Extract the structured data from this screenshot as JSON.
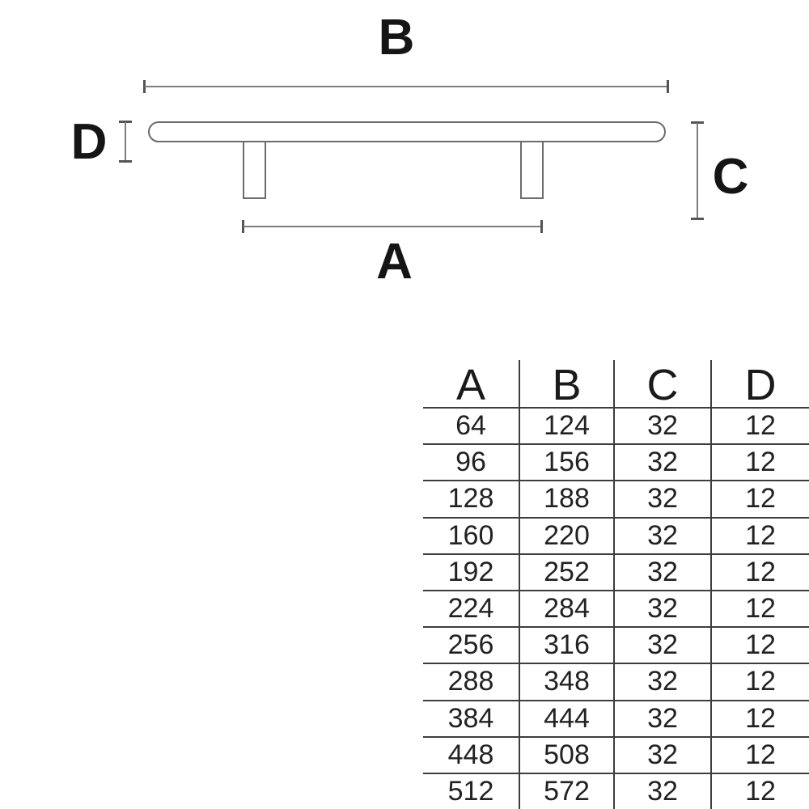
{
  "diagram": {
    "title": "bar-handle-dimension-drawing",
    "labels": {
      "length_overall": "B",
      "hole_centers": "A",
      "projection": "C",
      "diameter": "D"
    },
    "colors": {
      "outline": "#6b6b6b",
      "dimension_line": "#7d7d7d",
      "dimension_cap": "#555555",
      "label_text": "#151515",
      "table_border": "#3d3d3d",
      "table_text": "#222222"
    }
  },
  "table": {
    "columns": [
      "A",
      "B",
      "C",
      "D"
    ],
    "rows": [
      [
        "64",
        "124",
        "32",
        "12"
      ],
      [
        "96",
        "156",
        "32",
        "12"
      ],
      [
        "128",
        "188",
        "32",
        "12"
      ],
      [
        "160",
        "220",
        "32",
        "12"
      ],
      [
        "192",
        "252",
        "32",
        "12"
      ],
      [
        "224",
        "284",
        "32",
        "12"
      ],
      [
        "256",
        "316",
        "32",
        "12"
      ],
      [
        "288",
        "348",
        "32",
        "12"
      ],
      [
        "384",
        "444",
        "32",
        "12"
      ],
      [
        "448",
        "508",
        "32",
        "12"
      ],
      [
        "512",
        "572",
        "32",
        "12"
      ]
    ]
  }
}
